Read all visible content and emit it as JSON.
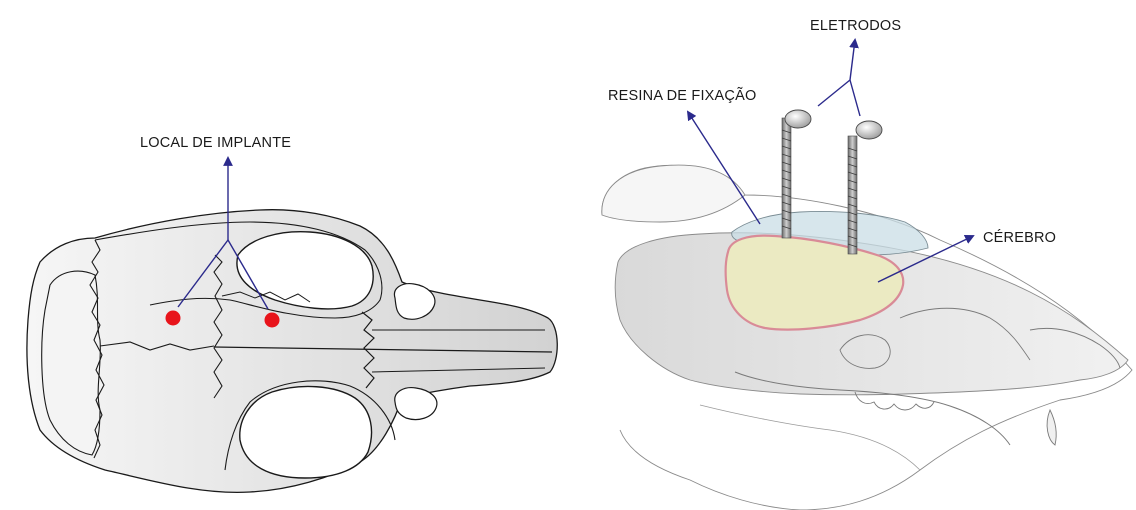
{
  "labels": {
    "implant_site": "LOCAL DE IMPLANTE",
    "electrodes": "ELETRODOS",
    "fixation_resin": "RESINA DE FIXAÇÃO",
    "brain": "CÉREBRO"
  },
  "colors": {
    "arrow": "#2b2a8c",
    "implant_dot": "#e8141b",
    "bone_fill": "#e3e3e3",
    "outline": "#1a1a1a",
    "brain_fill": "#ebeac2",
    "brain_edge": "#d98b97",
    "resin_fill": "#c9dde6"
  }
}
